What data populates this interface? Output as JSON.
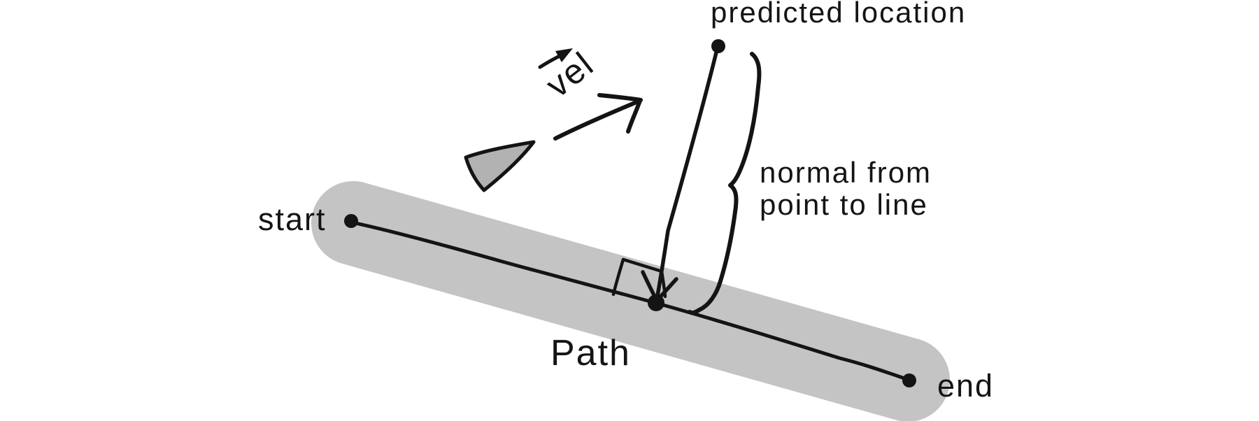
{
  "figure": {
    "title": "path following / predicted location diagram",
    "background": "#ffffff"
  },
  "labels": {
    "predicted_location": "predicted location",
    "normal_line1": "normal from",
    "normal_line2": "point to line",
    "start": "start",
    "end": "end",
    "path": "Path",
    "velocity": "vel"
  },
  "colors": {
    "ink": "#141414",
    "path_fill": "#c4c4c4",
    "agent_fill": "#b2b2b2",
    "page_bg": "#ffffff"
  },
  "icons": {
    "start_point": "filled-dot",
    "end_point": "filled-dot",
    "predicted_location_point": "filled-dot",
    "closest_point_on_path": "filled-dot",
    "velocity_arrow": "small-arrow-up-right",
    "heading_arrow": "large-hand-drawn-arrow-up-right",
    "agent_marker": "gray-cone-triangle",
    "normal_arrow": "line-with-open-v-arrowhead",
    "right_angle_marker": "hand-drawn-square-corner",
    "brace": "curly-brace"
  }
}
